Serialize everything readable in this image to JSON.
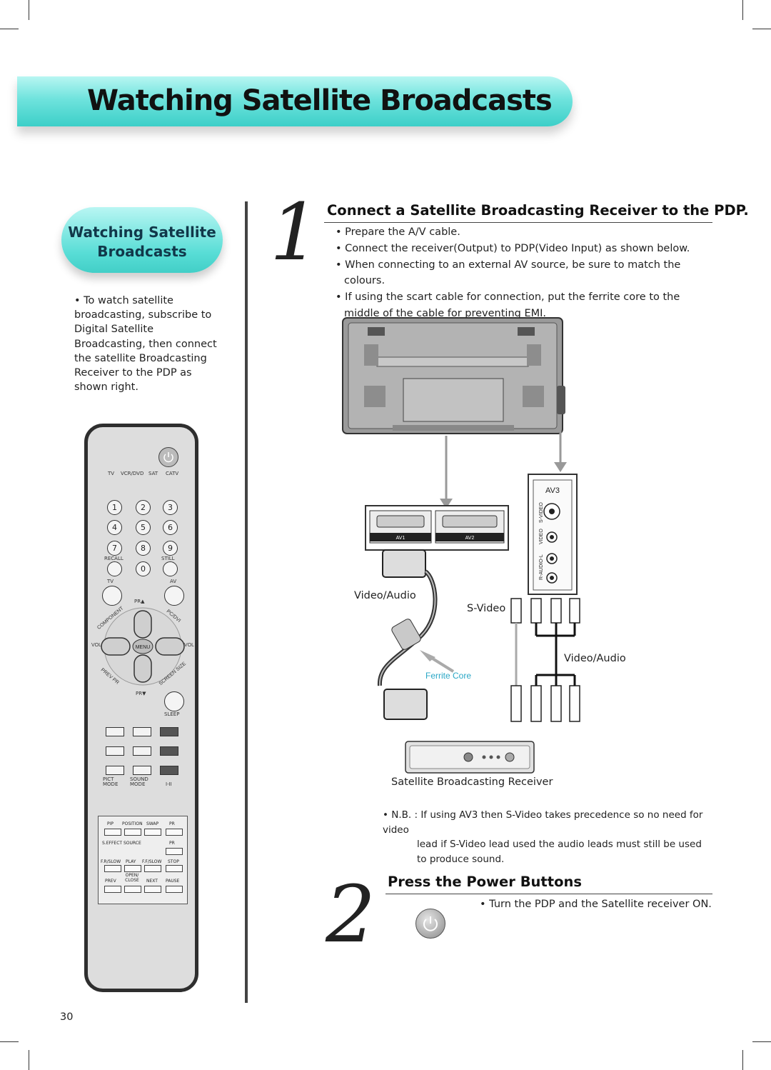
{
  "header": {
    "title": "Watching Satellite Broadcasts"
  },
  "side_title": {
    "line1": "Watching Satellite",
    "line2": "Broadcasts"
  },
  "side_bullet": "• To watch satellite broadcasting, subscribe to Digital Satellite Broadcasting, then connect the satellite Broadcasting Receiver to the PDP as shown right.",
  "step1": {
    "number": "1",
    "heading": "Connect a Satellite Broadcasting Receiver to the PDP.",
    "bullets": [
      "• Prepare the A/V cable.",
      "• Connect the receiver(Output) to PDP(Video Input) as shown below.",
      "• When connecting to an external AV source, be sure to match the colours.",
      "• If using the scart cable for connection, put the ferrite core to the middle of the cable for preventing EMI."
    ]
  },
  "diagram": {
    "av1": "AV1",
    "av2": "AV2",
    "av3": "AV3",
    "svideo_jack": "S-VIDEO",
    "video_jack": "VIDEO",
    "audio_jack": "R-AUDIO-L",
    "video_audio_left": "Video/Audio",
    "s_video": "S-Video",
    "video_audio_right": "Video/Audio",
    "ferrite_core": "Ferrite Core",
    "receiver_label": "Satellite Broadcasting Receiver"
  },
  "note": {
    "first": "• N.B. : If using AV3 then S-Video takes precedence so no need for video",
    "rest": "lead if S-Video lead used the audio leads must still be used to produce sound."
  },
  "step2": {
    "number": "2",
    "heading": "Press the Power Buttons",
    "bullet": "• Turn the PDP and the Satellite receiver ON."
  },
  "remote": {
    "sources": [
      "TV",
      "VCR/DVD",
      "SAT",
      "CATV"
    ],
    "digits": [
      "1",
      "2",
      "3",
      "4",
      "5",
      "6",
      "7",
      "8",
      "9",
      "0"
    ],
    "recall": "RECALL",
    "still": "STILL",
    "tv": "TV",
    "av": "AV",
    "pr_up": "PR▲",
    "pr_down": "PR▼",
    "component": "COMPONENT",
    "pcdvi": "PC/DVI",
    "prev_pr": "PREV PR",
    "screen_size": "SCREEN SIZE",
    "menu": "MENU",
    "vol": "VOL",
    "sleep": "SLEEP",
    "pict_mode": "PICT MODE",
    "sound_mode": "SOUND MODE",
    "i_ii": "I-II",
    "pip": "PIP",
    "position": "POSITION",
    "swap": "SWAP",
    "pr": "PR",
    "s_effect": "S.EFFECT",
    "source": "SOURCE",
    "fr_slow": "F.R/SLOW",
    "play": "PLAY",
    "ff_slow": "F.F/SLOW",
    "stop": "STOP",
    "open_close": "OPEN/ CLOSE",
    "prev": "PREV",
    "next": "NEXT",
    "pause": "PAUSE"
  },
  "page_number": "30"
}
